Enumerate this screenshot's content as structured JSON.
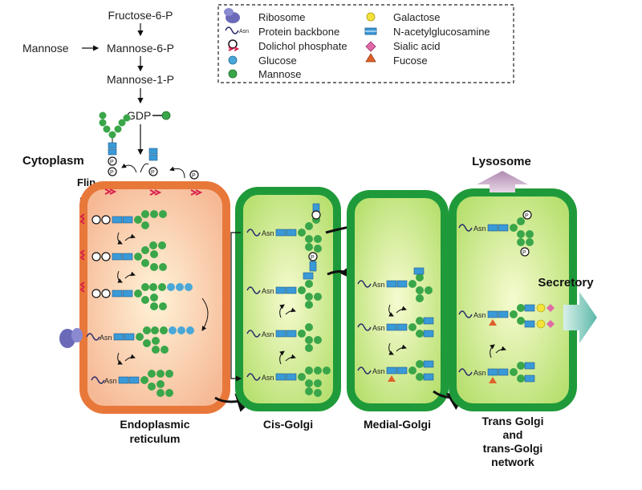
{
  "pathway": {
    "fructose6p": "Fructose-6-P",
    "mannose": "Mannose",
    "mannose6p": "Mannose-6-P",
    "mannose1p": "Mannose-1-P",
    "gdp": "GDP"
  },
  "legend": {
    "ribosome": "Ribosome",
    "protein_backbone": "Protein backbone",
    "dolichol_phosphate": "Dolichol phosphate",
    "glucose": "Glucose",
    "mannose": "Mannose",
    "galactose": "Galactose",
    "glcnac": "N-acetylglucosamine",
    "sialic": "Sialic acid",
    "fucose": "Fucose",
    "asn_tag": "Asn"
  },
  "labels": {
    "cytoplasm": "Cytoplasm",
    "flip": "Flip",
    "lysosome": "Lysosome",
    "secretory": "Secretory",
    "er_line1": "Endoplasmic",
    "er_line2": "reticulum",
    "cis": "Cis-Golgi",
    "medial": "Medial-Golgi",
    "trans_line1": "Trans Golgi",
    "trans_line2": "and",
    "trans_line3": "trans-Golgi",
    "trans_line4": "network",
    "asn": "Asn",
    "p": "P"
  },
  "colors": {
    "er_border": "#e8783a",
    "er_fill": "#fbd2b8",
    "golgi_border": "#1f9a3a",
    "golgi_fill": "#d9f0a0",
    "mannose": "#3aa64a",
    "glucose": "#4aa8d8",
    "glcnac": "#3a9ad8",
    "galactose": "#f4e23a",
    "sialic": "#e06aa8",
    "fucose": "#e0602a",
    "dolichol": "#d8204a",
    "ribosome": "#6a6ab8",
    "lysosome_arrow": "#c8a8c8",
    "secretory_arrow": "#7ac8b8"
  }
}
